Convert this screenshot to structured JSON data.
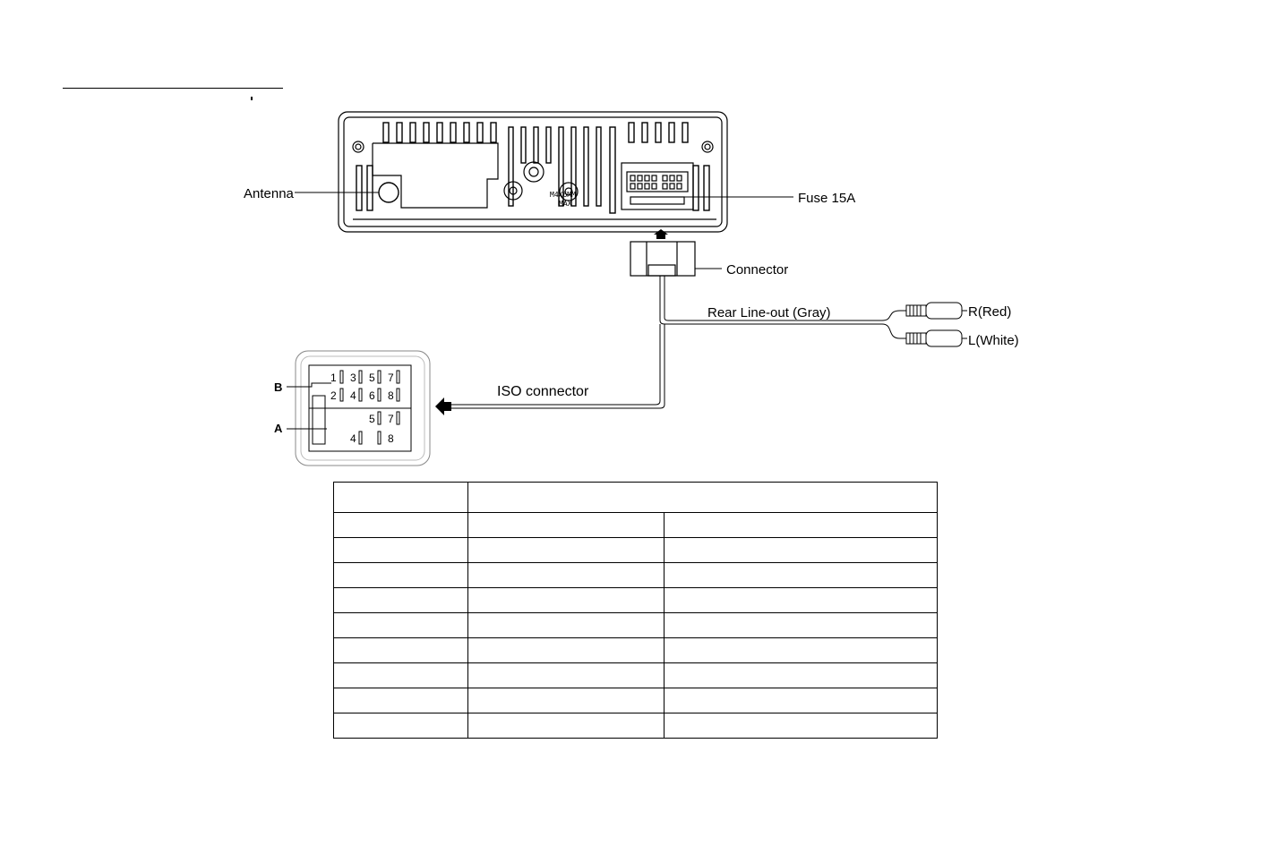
{
  "labels": {
    "antenna": "Antenna",
    "fuse": "Fuse 15A",
    "connector": "Connector",
    "rear_line_out": "Rear Line-out (Gray)",
    "right": "R(Red)",
    "left": "L(White)",
    "iso_connector": "ISO connector",
    "block_b": "B",
    "block_a": "A",
    "model_mark_1": "M4X6MM",
    "model_mark_2": "MAX"
  },
  "iso_pins": {
    "b_top": [
      "1",
      "3",
      "5",
      "7"
    ],
    "b_bottom": [
      "2",
      "4",
      "6",
      "8"
    ],
    "a_top": [
      "5",
      "7"
    ],
    "a_bottom": [
      "4",
      "8"
    ]
  },
  "table": {
    "header": [
      "",
      ""
    ],
    "rows": [
      [
        "",
        "",
        ""
      ],
      [
        "",
        "",
        ""
      ],
      [
        "",
        "",
        ""
      ],
      [
        "",
        "",
        ""
      ],
      [
        "",
        "",
        ""
      ],
      [
        "",
        "",
        ""
      ],
      [
        "",
        "",
        ""
      ],
      [
        "",
        "",
        ""
      ],
      [
        "",
        "",
        ""
      ]
    ]
  }
}
